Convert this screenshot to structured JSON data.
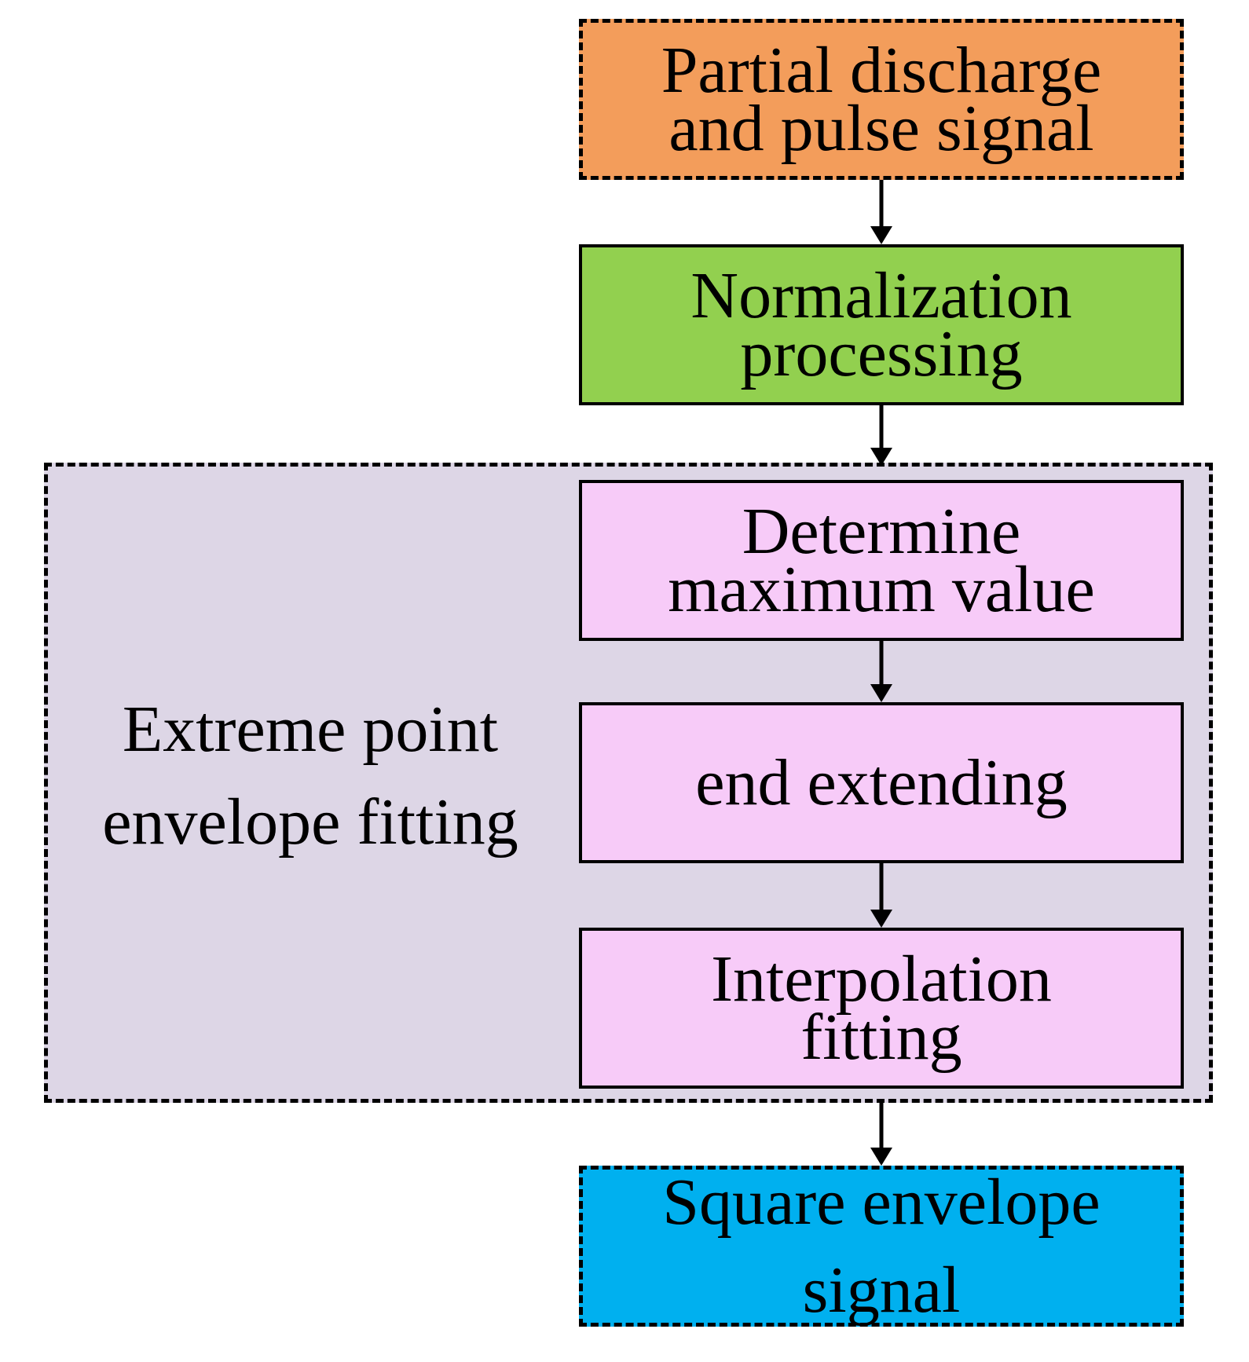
{
  "diagram": {
    "group": {
      "label_lines": [
        "Extreme point",
        "envelope fitting"
      ]
    },
    "nodes": [
      {
        "id": "n1",
        "lines": [
          "Partial discharge",
          "and pulse signal"
        ],
        "fill": "#f39d5b",
        "border": "dashed"
      },
      {
        "id": "n2",
        "lines": [
          "Normalization",
          "processing"
        ],
        "fill": "#92d04f",
        "border": "solid"
      },
      {
        "id": "n3",
        "lines": [
          "Determine",
          "maximum value"
        ],
        "fill": "#f7cbf8",
        "border": "solid"
      },
      {
        "id": "n4",
        "lines": [
          "end extending"
        ],
        "fill": "#f7cbf8",
        "border": "solid"
      },
      {
        "id": "n5",
        "lines": [
          "Interpolation",
          "fitting"
        ],
        "fill": "#f7cbf8",
        "border": "solid"
      },
      {
        "id": "n6",
        "lines": [
          "Square envelope",
          "signal"
        ],
        "fill": "#00b0ef",
        "border": "dashed"
      }
    ],
    "group_fill": "#ddd6e6",
    "edges": [
      {
        "from": "n1",
        "to": "n2"
      },
      {
        "from": "n2",
        "to": "group"
      },
      {
        "from": "n3",
        "to": "n4"
      },
      {
        "from": "n4",
        "to": "n5"
      },
      {
        "from": "group",
        "to": "n6"
      }
    ]
  }
}
